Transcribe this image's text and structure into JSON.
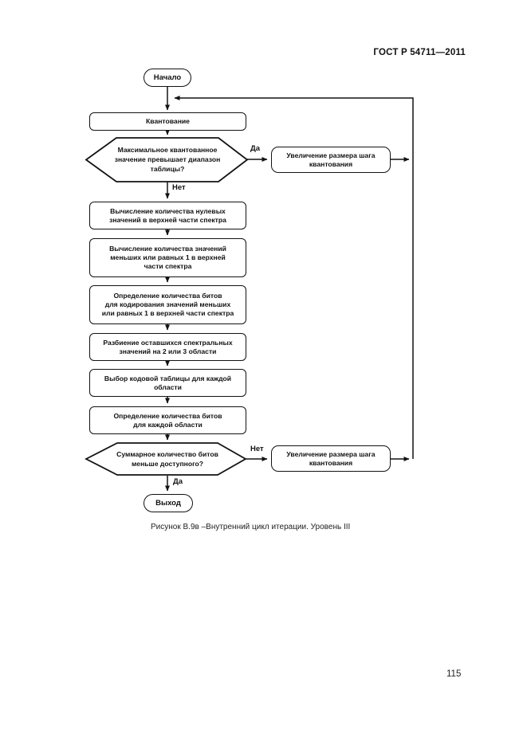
{
  "doc": {
    "header": "ГОСТ Р 54711—2011",
    "caption": "Рисунок В.9в –Внутренний цикл итерации. Уровень III",
    "page_number": "115"
  },
  "flowchart": {
    "start": {
      "label": "Начало"
    },
    "quantization": {
      "label": "Квантование"
    },
    "decision_max": {
      "label": "Максимальное квантованное\nзначение превышает диапазон\nтаблицы?",
      "yes": "Да",
      "no": "Нет"
    },
    "increase_step_top": {
      "label": "Увеличение размера шага\nквантования"
    },
    "count_zeros": {
      "label": "Вычисление количества нулевых\nзначений в верхней части спектра"
    },
    "count_le_one": {
      "label": "Вычисление количества значений\nменьших или равных 1 в верхней\nчасти спектра"
    },
    "bits_le_one": {
      "label": "Определение количества битов\nдля кодирования значений меньших\nили равных 1 в верхней части спектра"
    },
    "split_spectral": {
      "label": "Разбиение оставшихся спектральных\nзначений на 2 или 3 области"
    },
    "choose_table": {
      "label": "Выбор кодовой таблицы для каждой\nобласти"
    },
    "bits_per_region": {
      "label": "Определение количества битов\nдля каждой области"
    },
    "decision_bits": {
      "label": "Суммарное количество битов\nменьше доступного?",
      "no": "Нет",
      "yes": "Да"
    },
    "increase_step_bottom": {
      "label": "Увеличение размера шага\nквантования"
    },
    "end": {
      "label": "Выход"
    }
  },
  "colors": {
    "ink": "#121212",
    "paper": "#ffffff"
  }
}
